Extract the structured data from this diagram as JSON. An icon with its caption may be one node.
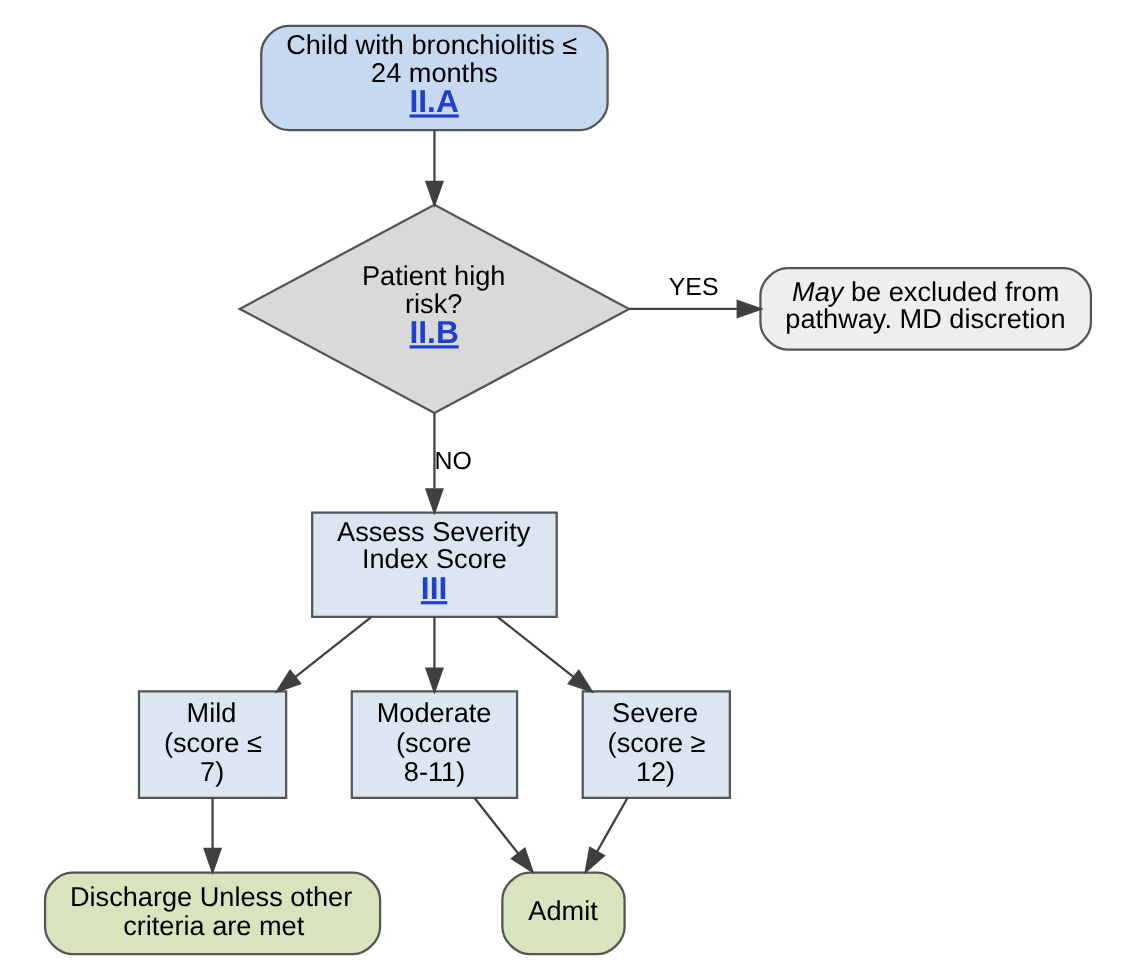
{
  "diagram": {
    "nodes": [
      {
        "text": [
          "Child with bronchiolitis ≤ 24 months",
          "II.A"
        ]
      },
      {
        "text": [
          "Patient high risk?",
          "II.B"
        ]
      },
      {
        "text": [
          "*May* be excluded from pathway. MD discretion"
        ]
      },
      {
        "text": [
          "Assess Severity Index Score",
          "III"
        ]
      },
      {
        "text": [
          "Mild (score ≤ 7)"
        ]
      },
      {
        "text": [
          "Moderate (score 8-11)"
        ]
      },
      {
        "text": [
          "Severe (score ≥ 12)"
        ]
      },
      {
        "text": [
          "Discharge Unless other criteria are met"
        ]
      },
      {
        "text": [
          "Admit"
        ]
      }
    ],
    "edges": [
      {
        "from": 0,
        "to": 1,
        "arrow": "to"
      },
      {
        "from": 1,
        "to": 2,
        "arrow": "to",
        "label": "YES"
      },
      {
        "from": 1,
        "to": 3,
        "arrow": "to",
        "label": "NO"
      },
      {
        "from": 3,
        "to": 4,
        "arrow": "to"
      },
      {
        "from": 3,
        "to": 5,
        "arrow": "to"
      },
      {
        "from": 3,
        "to": 6,
        "arrow": "to"
      },
      {
        "from": 4,
        "to": 7,
        "arrow": "to"
      },
      {
        "from": 5,
        "to": 8,
        "arrow": "to"
      },
      {
        "from": 6,
        "to": 8,
        "arrow": "to"
      }
    ]
  }
}
